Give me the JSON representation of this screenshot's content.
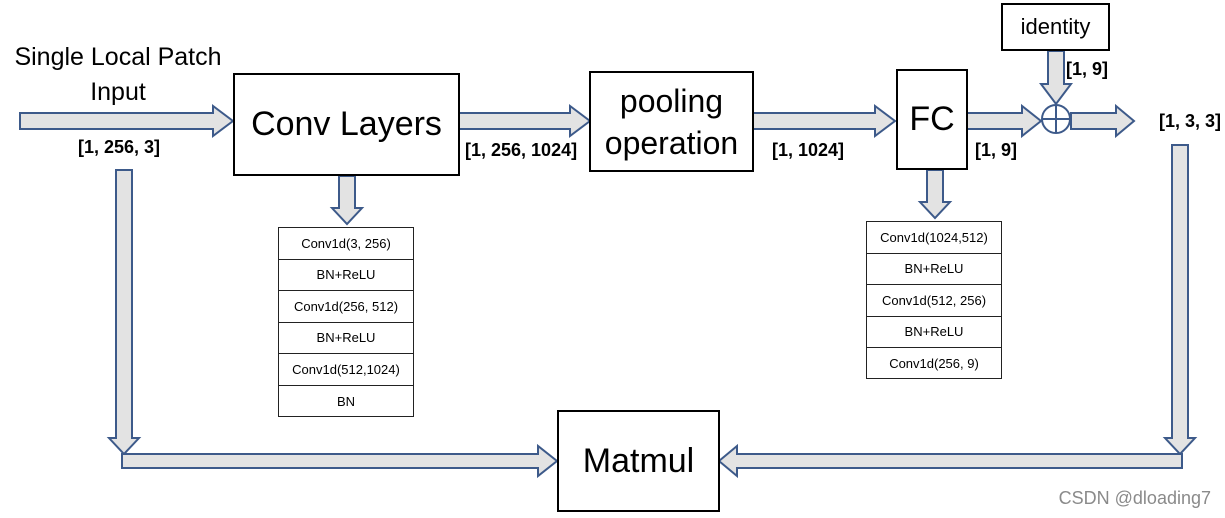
{
  "input_label": [
    "Single Local Patch",
    "Input"
  ],
  "blocks": {
    "conv": "Conv Layers",
    "pooling": [
      "pooling",
      "operation"
    ],
    "fc": "FC",
    "identity": "identity",
    "matmul": "Matmul"
  },
  "shapes": {
    "input": "[1, 256, 3]",
    "after_conv": "[1, 256, 1024]",
    "after_pool": "[1, 1024]",
    "after_fc": "[1, 9]",
    "identity": "[1, 9]",
    "output": "[1, 3, 3]"
  },
  "conv_layers": [
    "Conv1d(3, 256)",
    "BN+ReLU",
    "Conv1d(256, 512)",
    "BN+ReLU",
    "Conv1d(512,1024)",
    "BN"
  ],
  "fc_layers": [
    "Conv1d(1024,512)",
    "BN+ReLU",
    "Conv1d(512, 256)",
    "BN+ReLU",
    "Conv1d(256, 9)"
  ],
  "watermark": "CSDN @dloading7",
  "colors": {
    "arrow_fill": "#e3e3e3",
    "arrow_stroke": "#3d5a8a",
    "box_border": "#000000"
  }
}
